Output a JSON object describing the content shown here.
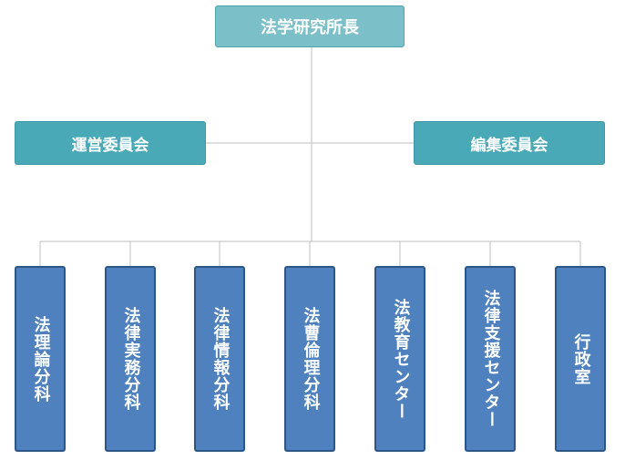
{
  "title_node": {
    "label": "法学研究所長"
  },
  "committees": [
    {
      "label": "運営委員会"
    },
    {
      "label": "編集委員会"
    }
  ],
  "departments": [
    {
      "label": "法理論分科"
    },
    {
      "label": "法律実務分科"
    },
    {
      "label": "法律情報分科"
    },
    {
      "label": "法曹倫理分科"
    },
    {
      "label": "法教育センター"
    },
    {
      "label": "法律支援センター"
    },
    {
      "label": "行政室"
    }
  ],
  "colors": {
    "top_node": "#7bbfc9",
    "committee_node": "#4aa9b7",
    "department_node": "#4e81bd",
    "connector": "#bfbfbf"
  }
}
